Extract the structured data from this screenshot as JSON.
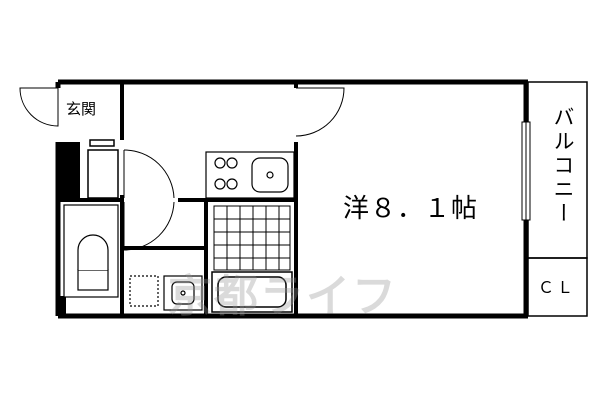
{
  "plan": {
    "entrance": "玄関",
    "room": "洋８．１帖",
    "balcony": "バルコニー",
    "closet": "ＣＬ",
    "watermark": "京都ライフ"
  },
  "colors": {
    "wall": "#000000",
    "fixture": "#555555",
    "watermark": "#969696"
  }
}
